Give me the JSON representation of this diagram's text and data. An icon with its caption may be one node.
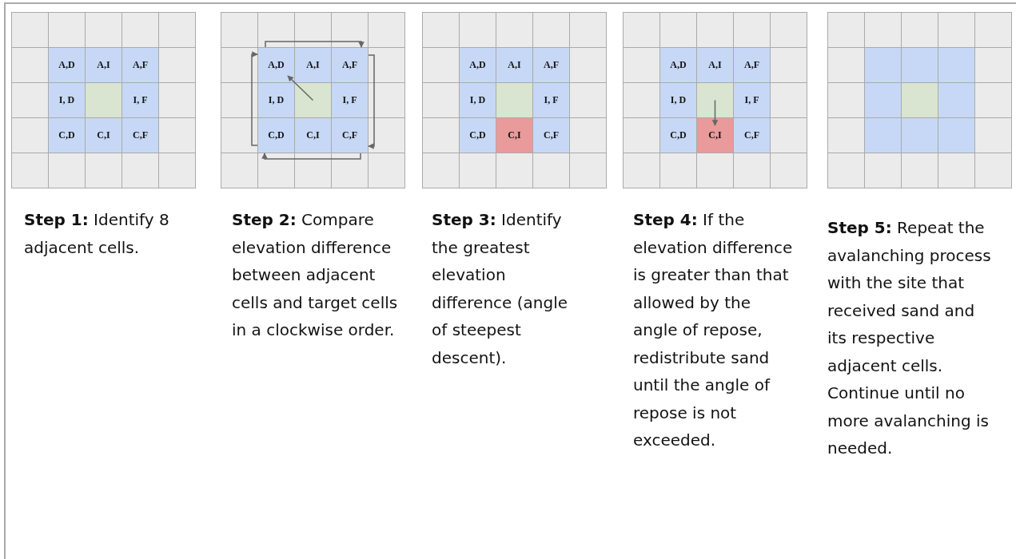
{
  "diagram": {
    "nodes": [
      {
        "text": [],
        "shape": "grid",
        "beside": [
          "**Step 1:** Identify 8 adjacent cells."
        ]
      },
      {
        "text": [
          "A,D"
        ],
        "in": 0
      },
      {
        "text": [
          "A,I"
        ],
        "in": 0
      },
      {
        "text": [
          "A,F"
        ],
        "in": 0
      },
      {
        "text": [
          "I, D"
        ],
        "in": 0
      },
      {
        "text": [],
        "shape": "box",
        "in": 0
      },
      {
        "text": [
          "I, F"
        ],
        "in": 0
      },
      {
        "text": [
          "C,D"
        ],
        "in": 0
      },
      {
        "text": [
          "C,I"
        ],
        "in": 0
      },
      {
        "text": [
          "C,F"
        ],
        "in": 0
      },
      {
        "text": [],
        "shape": "grid",
        "beside": [
          "**Step 2:** Compare elevation difference between adjacent cells and target cells in a clockwise order."
        ]
      },
      {
        "text": [
          "A,D"
        ],
        "in": 10
      },
      {
        "text": [
          "A,I"
        ],
        "in": 10
      },
      {
        "text": [
          "A,F"
        ],
        "in": 10
      },
      {
        "text": [
          "I, D"
        ],
        "in": 10
      },
      {
        "text": [],
        "shape": "box",
        "in": 10
      },
      {
        "text": [
          "I, F"
        ],
        "in": 10
      },
      {
        "text": [
          "C,D"
        ],
        "in": 10
      },
      {
        "text": [
          "C,I"
        ],
        "in": 10
      },
      {
        "text": [
          "C,F"
        ],
        "in": 10
      },
      {
        "text": [],
        "shape": "grid",
        "beside": [
          "**Step 3:** Identify the greatest elevation difference (angle of steepest descent)."
        ]
      },
      {
        "text": [
          "A,D"
        ],
        "in": 20
      },
      {
        "text": [
          "A,I"
        ],
        "in": 20
      },
      {
        "text": [
          "A,F"
        ],
        "in": 20
      },
      {
        "text": [
          "I, D"
        ],
        "in": 20
      },
      {
        "text": [],
        "shape": "box",
        "in": 20
      },
      {
        "text": [
          "I, F"
        ],
        "in": 20
      },
      {
        "text": [
          "C,D"
        ],
        "in": 20
      },
      {
        "text": [
          "C,I"
        ],
        "in": 20
      },
      {
        "text": [
          "C,F"
        ],
        "in": 20
      },
      {
        "text": [],
        "shape": "grid",
        "beside": [
          "**Step 4:** If the elevation difference is greater than that allowed by the angle of repose, redistribute sand until the angle of repose is not exceeded."
        ]
      },
      {
        "text": [
          "A,D"
        ],
        "in": 30
      },
      {
        "text": [
          "A,I"
        ],
        "in": 30
      },
      {
        "text": [
          "A,F"
        ],
        "in": 30
      },
      {
        "text": [
          "I, D"
        ],
        "in": 30
      },
      {
        "text": [],
        "shape": "box",
        "in": 30
      },
      {
        "text": [
          "I, F"
        ],
        "in": 30
      },
      {
        "text": [
          "C,D"
        ],
        "in": 30
      },
      {
        "text": [
          "C,I"
        ],
        "in": 30
      },
      {
        "text": [
          "C,F"
        ],
        "in": 30
      },
      {
        "text": [],
        "shape": "grid",
        "beside": [
          "**Step 5:** Repeat the avalanching process with the site that received sand and its respective adjacent cells. Continue until no more avalanching is needed."
        ]
      },
      {
        "text": [],
        "shape": "box",
        "in": 40
      },
      {
        "text": [],
        "shape": "box",
        "in": 40
      },
      {
        "text": [],
        "shape": "box",
        "in": 40
      },
      {
        "text": [],
        "shape": "box",
        "in": 40
      },
      {
        "text": [],
        "shape": "box",
        "in": 40
      },
      {
        "text": [],
        "shape": "box",
        "in": 40
      },
      {
        "text": [],
        "shape": "box",
        "in": 40
      },
      {
        "text": [],
        "shape": "box",
        "in": 40
      },
      {
        "text": [],
        "shape": "box",
        "in": 40
      }
    ],
    "edges": [
      {
        "from": 15,
        "to": 11,
        "arrow": "to"
      },
      {
        "from": 11,
        "to": 13,
        "arrow": "to"
      },
      {
        "from": 13,
        "to": 19,
        "arrow": "to"
      },
      {
        "from": 19,
        "to": 17,
        "arrow": "to"
      },
      {
        "from": 17,
        "to": 11,
        "arrow": "to"
      },
      {
        "from": 35,
        "to": 38,
        "arrow": "to"
      }
    ]
  }
}
